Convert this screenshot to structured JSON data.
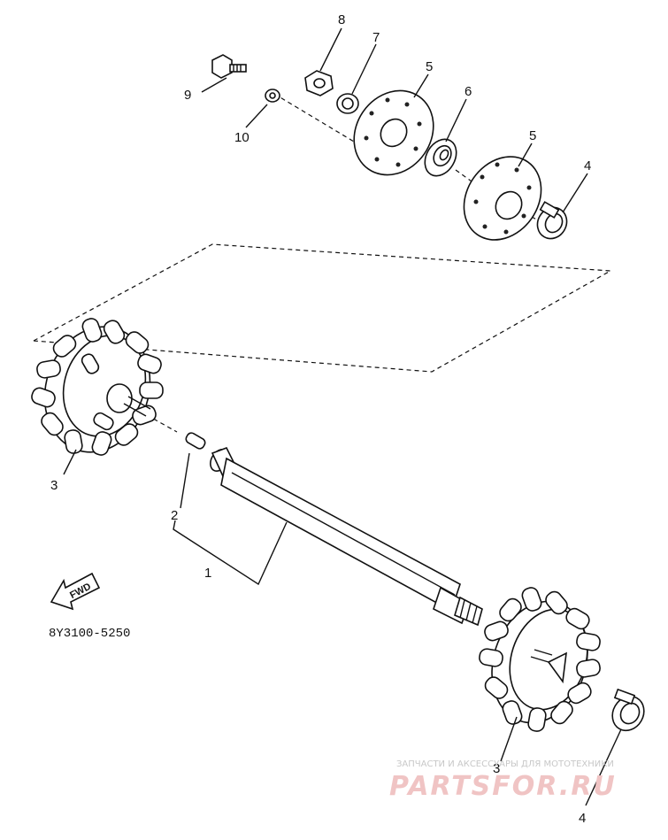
{
  "diagram": {
    "drawing_code": "8Y3100-5250",
    "fwd_label": "FWD",
    "callouts": {
      "c1": "1",
      "c2": "2",
      "c3_left": "3",
      "c3_right": "3",
      "c4_top": "4",
      "c4_bottom": "4",
      "c5_left": "5",
      "c5_right": "5",
      "c6": "6",
      "c7": "7",
      "c8": "8",
      "c9": "9",
      "c10": "10"
    }
  },
  "watermark": {
    "tagline": "ЗАПЧАСТИ И АКСЕССУАРЫ ДЛЯ МОТОТЕХНИКИ",
    "brand": "PARTSFOR.RU"
  }
}
